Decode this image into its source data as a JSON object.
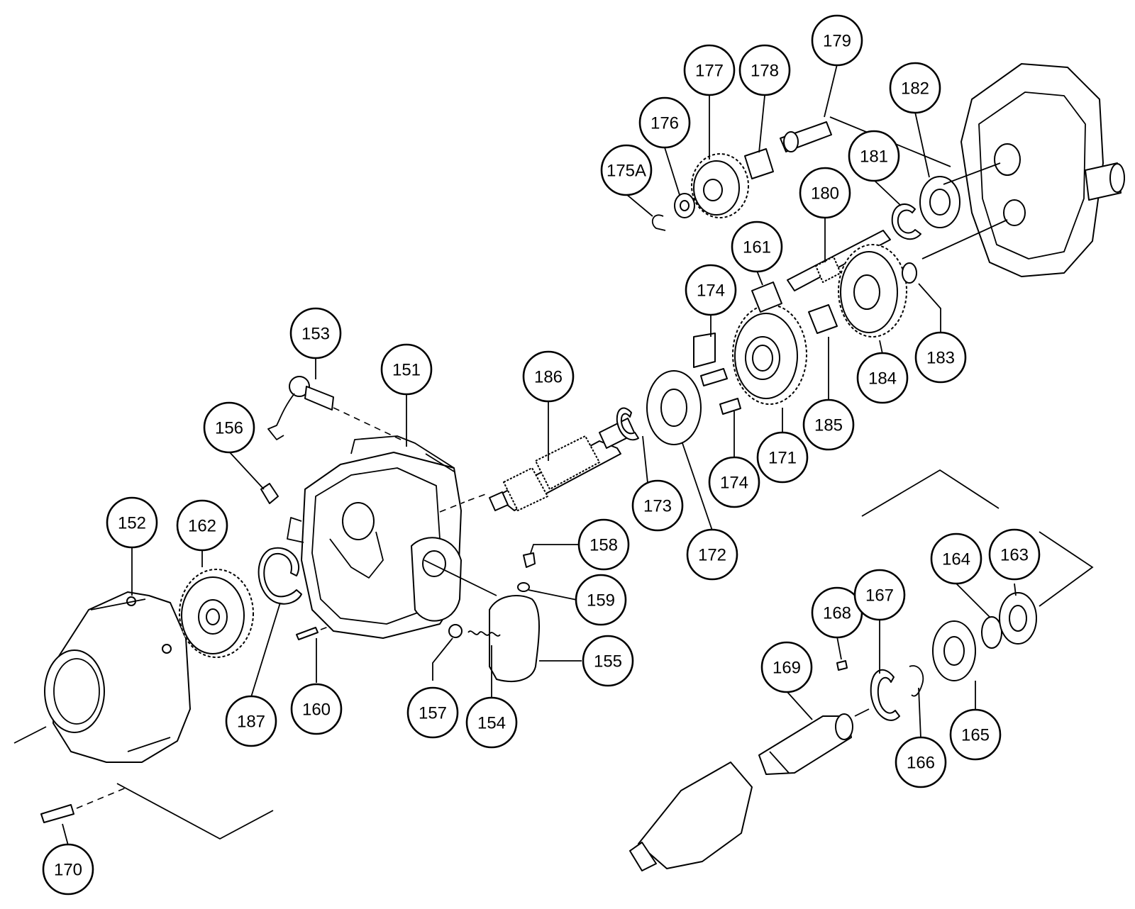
{
  "callouts": [
    {
      "id": "152",
      "label": "152"
    },
    {
      "id": "162",
      "label": "162"
    },
    {
      "id": "153",
      "label": "153"
    },
    {
      "id": "156",
      "label": "156"
    },
    {
      "id": "151",
      "label": "151"
    },
    {
      "id": "186",
      "label": "186"
    },
    {
      "id": "187",
      "label": "187"
    },
    {
      "id": "160",
      "label": "160"
    },
    {
      "id": "157",
      "label": "157"
    },
    {
      "id": "154",
      "label": "154"
    },
    {
      "id": "155",
      "label": "155"
    },
    {
      "id": "158",
      "label": "158"
    },
    {
      "id": "159",
      "label": "159"
    },
    {
      "id": "173",
      "label": "173"
    },
    {
      "id": "172",
      "label": "172"
    },
    {
      "id": "174a",
      "label": "174"
    },
    {
      "id": "174b",
      "label": "174"
    },
    {
      "id": "171",
      "label": "171"
    },
    {
      "id": "185",
      "label": "185"
    },
    {
      "id": "184",
      "label": "184"
    },
    {
      "id": "183",
      "label": "183"
    },
    {
      "id": "161",
      "label": "161"
    },
    {
      "id": "180",
      "label": "180"
    },
    {
      "id": "181",
      "label": "181"
    },
    {
      "id": "182",
      "label": "182"
    },
    {
      "id": "179",
      "label": "179"
    },
    {
      "id": "178",
      "label": "178"
    },
    {
      "id": "177",
      "label": "177"
    },
    {
      "id": "176",
      "label": "176"
    },
    {
      "id": "175A",
      "label": "175A"
    },
    {
      "id": "170",
      "label": "170"
    },
    {
      "id": "169",
      "label": "169"
    },
    {
      "id": "168",
      "label": "168"
    },
    {
      "id": "167",
      "label": "167"
    },
    {
      "id": "166",
      "label": "166"
    },
    {
      "id": "165",
      "label": "165"
    },
    {
      "id": "164",
      "label": "164"
    },
    {
      "id": "163",
      "label": "163"
    }
  ]
}
